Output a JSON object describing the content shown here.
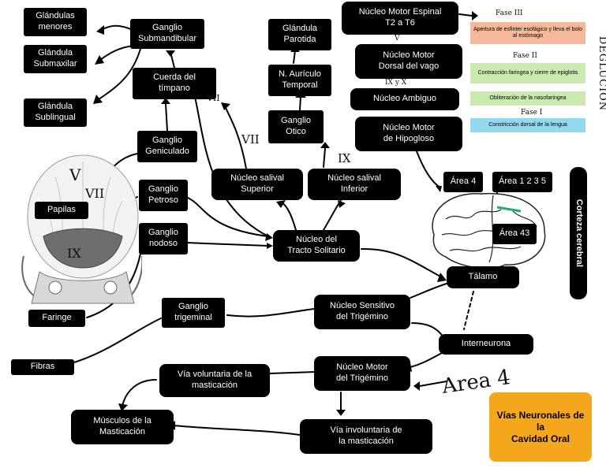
{
  "colors": {
    "box": "#000000",
    "note_orange": "#f5b89a",
    "note_green": "#c9e9b0",
    "note_blue": "#92d9f0",
    "title_box": "#f4a71d"
  },
  "nodes": {
    "glandulas_menores": "Glándulas\nmenores",
    "glandula_submaxilar": "Glándula\nSubmaxilar",
    "glandula_sublingual": "Glándula\nSublingual",
    "ganglio_submandibular": "Ganglio\nSubmandibular",
    "cuerda_timpano": "Cuerda del\ntímpano",
    "ganglio_geniculado": "Ganglio\nGeniculado",
    "ganglio_petroso": "Ganglio\nPetroso",
    "ganglio_nodoso": "Ganglio\nnodoso",
    "papilas": "Papilas",
    "faringe": "Faringe",
    "fibras": "Fibras",
    "glandula_parotida": "Glándula\nParotida",
    "n_auriculo_temporal": "N. Aurículo\nTemporal",
    "ganglio_otico": "Ganglio\nOtico",
    "nucleo_salival_superior": "Núcleo salival\nSuperior",
    "nucleo_salival_inferior": "Núcleo salival\nInferior",
    "nucleo_tracto_solitario": "Núcleo del\nTracto Solitario",
    "nucleo_motor_espinal": "Núcleo Motor Espinal\nT2 a T6",
    "nucleo_motor_vago": "Núcleo Motor\nDorsal del vago",
    "nucleo_ambiguo": "Núcleo Ambiguo",
    "nucleo_motor_hipogloso": "Núcleo Motor\nde Hipogloso",
    "area_4": "Área 4",
    "area_123": "Área 1 2 3 5",
    "area_43": "Área 43",
    "corteza_cerebral": "Corteza cerebral",
    "talamo": "Tálamo",
    "ganglio_trigeminal": "Ganglio\ntrigeminal",
    "nucleo_sensitivo_trigemino": "Núcleo Sensitivo\ndel Trigémino",
    "interneurona": "Interneurona",
    "nucleo_motor_trigemino": "Núcleo Motor\ndel Trigémino",
    "via_voluntaria": "Vía voluntaria de la\nmasticación",
    "musculos_masticacion": "Músculos de la\nMasticación",
    "via_involuntaria": "Vía involuntaria de\nla masticación",
    "vias_neuronales": "Vías Neuronales de la\nCavidad Oral"
  },
  "notes": {
    "fase3_text": "Apertura de esfinter esofágico y lleva el bolo al estómago",
    "fase2_text": "Contracción faringea y cierre de epiglotis",
    "fase1b_text": "Obliteración de la nasofaringea",
    "fase1_text": "Constricción dorsal de la lengua"
  },
  "handwriting": {
    "fase3": "Fase III",
    "fase2": "Fase II",
    "fase1": "Fase I",
    "deglucion": "DEGLUCIÓN",
    "area4": "Area 4",
    "vii_a": "VII",
    "vii_b": "VII",
    "ix": "IX",
    "ix_x": "IX y X",
    "v": "V",
    "v_tongue": "V",
    "vii_tongue": "VII",
    "ix_tongue": "IX"
  }
}
